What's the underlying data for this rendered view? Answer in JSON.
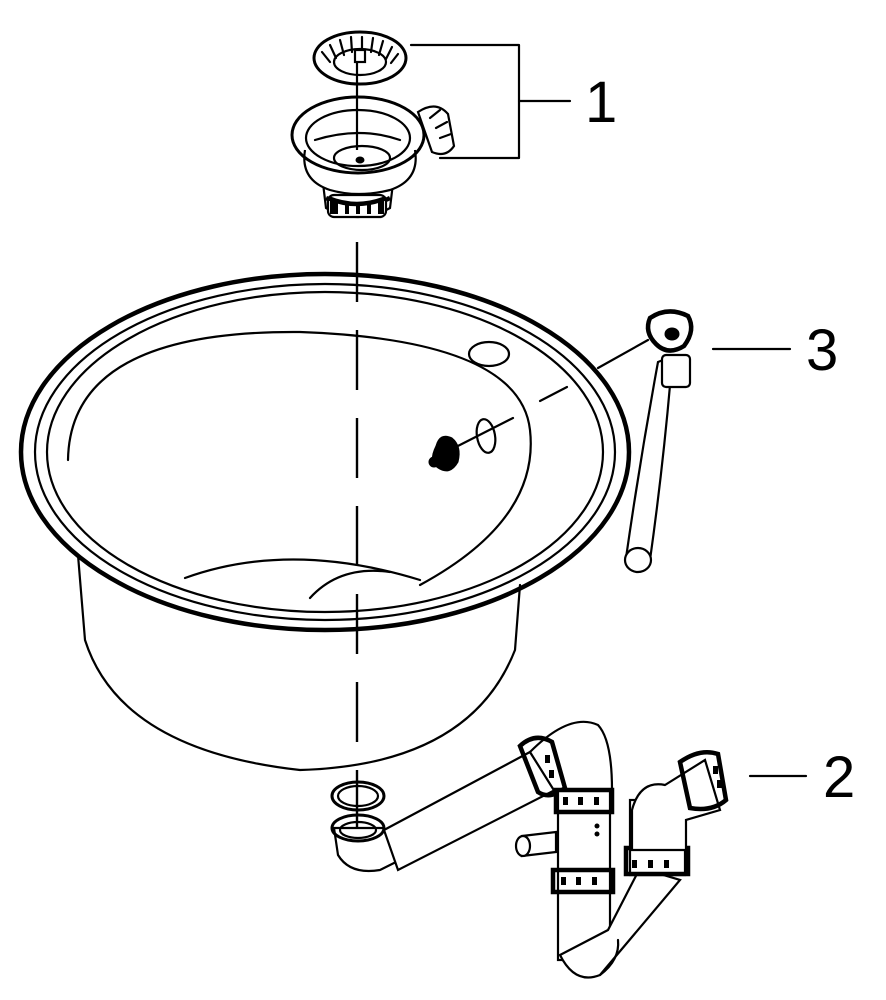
{
  "diagram": {
    "title": "Round kitchen sink exploded assembly",
    "callouts": [
      {
        "number": "1",
        "part": "strainer basket and drain outlet with overflow connector"
      },
      {
        "number": "2",
        "part": "siphon / trap with drain pipe"
      },
      {
        "number": "3",
        "part": "overflow fitting with hose"
      }
    ],
    "line_color": "#000000",
    "background_color": "#ffffff"
  }
}
